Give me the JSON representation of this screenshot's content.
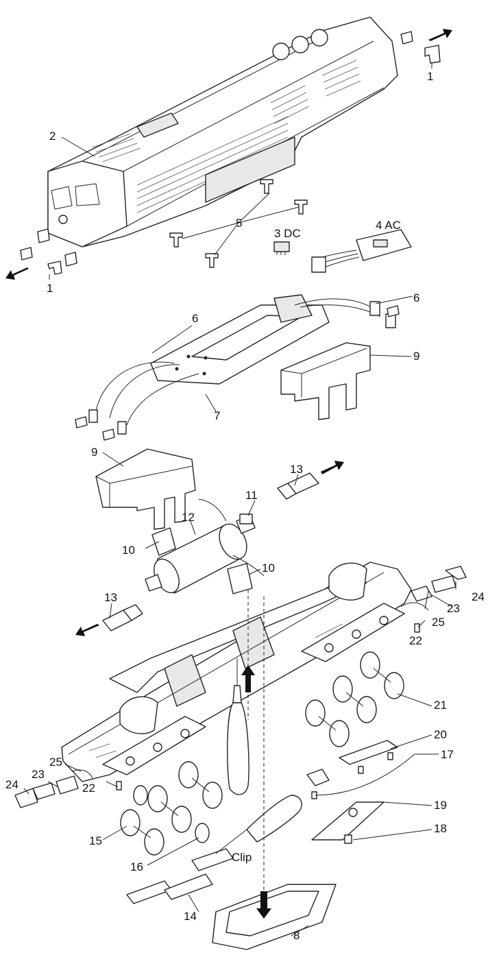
{
  "labels": {
    "l1a": "1",
    "l1b": "1",
    "l2": "2",
    "l3": "3 DC",
    "l4": "4 AC",
    "l5": "5",
    "l6a": "6",
    "l6b": "6",
    "l7": "7",
    "l8": "8",
    "l9a": "9",
    "l9b": "9",
    "l10a": "10",
    "l10b": "10",
    "l11": "11",
    "l12": "12",
    "l13a": "13",
    "l13b": "13",
    "l14": "14",
    "l15": "15",
    "l16": "16",
    "l17": "17",
    "l18": "18",
    "l19": "19",
    "l20": "20",
    "l21": "21",
    "l22a": "22",
    "l22b": "22",
    "l23a": "23",
    "l23b": "23",
    "l24a": "24",
    "l24b": "24",
    "l25a": "25",
    "l25b": "25",
    "clip": "Clip"
  }
}
